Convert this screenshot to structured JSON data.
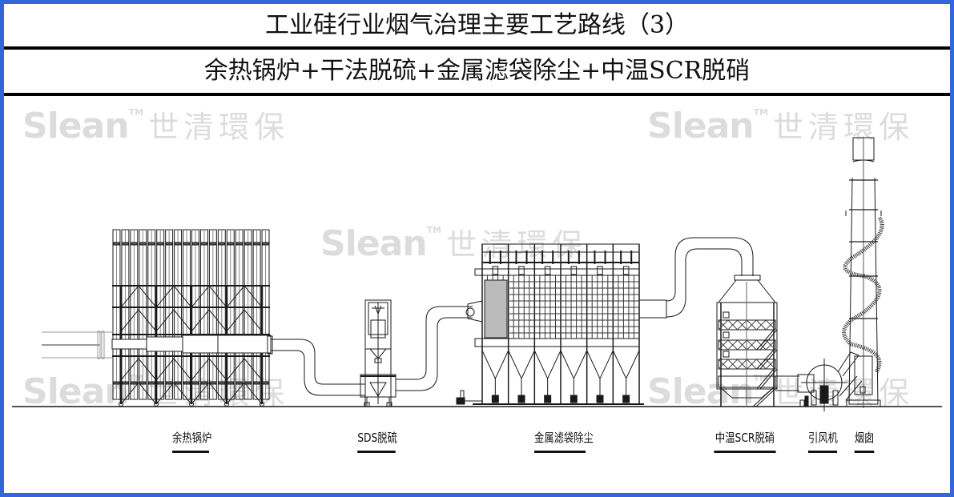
{
  "header": {
    "title": "工业硅行业烟气治理主要工艺路线（3）",
    "subtitle": "余热锅炉+干法脱硫+金属滤袋除尘+中温SCR脱硝"
  },
  "watermark": {
    "latin": "Slean",
    "tm": "TM",
    "chinese": "世清環保"
  },
  "equipment": [
    {
      "id": "waste-heat-boiler",
      "label": "余热锅炉"
    },
    {
      "id": "sds-desulfurization",
      "label": "SDS脱硫"
    },
    {
      "id": "metal-bag-filter",
      "label": "金属滤袋除尘"
    },
    {
      "id": "medium-temp-scr",
      "label": "中温SCR脱硝"
    },
    {
      "id": "induced-draft-fan",
      "label": "引风机"
    },
    {
      "id": "chimney",
      "label": "烟囱"
    }
  ],
  "colors": {
    "frame": "#3465d9",
    "line": "#1a1a1a",
    "watermark": "#dcdcdc"
  }
}
